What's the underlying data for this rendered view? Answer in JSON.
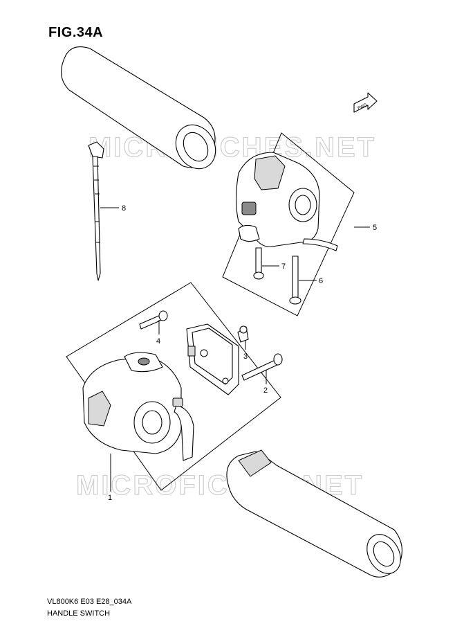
{
  "figure": {
    "title": "FIG.34A",
    "code": "VL800K6 E03 E28_034A",
    "name": "HANDLE SWITCH"
  },
  "watermark": "MICROFICHES.NET",
  "fwd_symbol": "FWD",
  "callouts": {
    "c1": "1",
    "c2": "2",
    "c3": "3",
    "c4": "4",
    "c5": "5",
    "c6": "6",
    "c7": "7",
    "c8": "8"
  }
}
